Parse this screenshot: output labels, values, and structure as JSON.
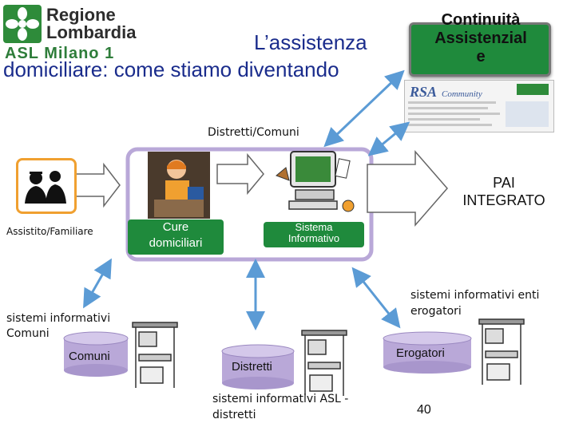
{
  "header": {
    "logo_line1": "Regione",
    "logo_line2": "Lombardia",
    "asl_label": "ASL  Milano 1",
    "title_line1": "L’assistenza",
    "title_line2": "domiciliare:  come  stiamo diventando"
  },
  "continuity": {
    "line1": "Continuità",
    "line2": "Assistenzial",
    "line3": "e"
  },
  "labels": {
    "distretti_comuni": "Distretti/Comuni",
    "assistito": "Assistito/Familiare",
    "cure_line1": "Cure",
    "cure_line2": "domiciliari",
    "sistema_line1": "Sistema",
    "sistema_line2": "Informativo",
    "pai_line1": "PAI",
    "pai_line2": "INTEGRATO",
    "si_comuni_line1": "sistemi informativi",
    "si_comuni_line2": "Comuni",
    "comuni": "Comuni",
    "distretti": "Distretti",
    "si_enti_line1": "sistemi informativi enti",
    "si_enti_line2": "erogatori",
    "erogatori": "Erogatori",
    "si_asl_line1": "sistemi informativi ASL -",
    "si_asl_line2": "distretti",
    "page_number": "40"
  },
  "colors": {
    "title": "#1a2c8c",
    "green": "#1f8a3c",
    "arrow": "#5b9bd5",
    "orange": "#f0a030",
    "purple_box": "#b9a8d8"
  }
}
